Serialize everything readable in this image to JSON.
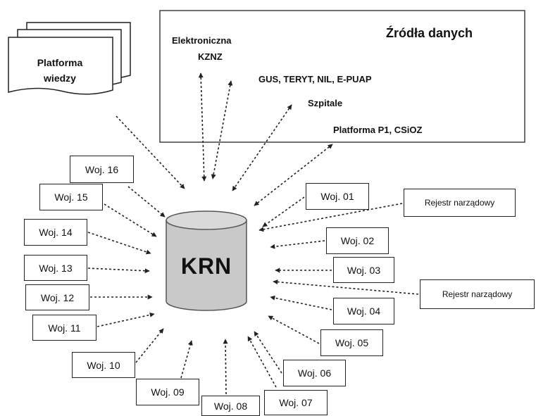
{
  "knowledge_platform": {
    "label_line1": "Platforma",
    "label_line2": "wiedzy"
  },
  "data_sources": {
    "title": "Źródła danych",
    "items": [
      {
        "id": "kznz_1",
        "label": "Elektroniczna"
      },
      {
        "id": "kznz_2",
        "label": "KZNZ"
      },
      {
        "id": "gus",
        "label": "GUS, TERYT, NIL, E-PUAP"
      },
      {
        "id": "szpitale",
        "label": "Szpitale"
      },
      {
        "id": "p1",
        "label": "Platforma P1, CSiOZ"
      }
    ]
  },
  "center": {
    "label": "KRN"
  },
  "registries": [
    {
      "id": "reg_top",
      "label": "Rejestr narządowy"
    },
    {
      "id": "reg_right",
      "label": "Rejestr narządowy"
    }
  ],
  "voivodeships": [
    {
      "id": "woj-01",
      "label": "Woj. 01"
    },
    {
      "id": "woj-02",
      "label": "Woj. 02"
    },
    {
      "id": "woj-03",
      "label": "Woj. 03"
    },
    {
      "id": "woj-04",
      "label": "Woj. 04"
    },
    {
      "id": "woj-05",
      "label": "Woj. 05"
    },
    {
      "id": "woj-06",
      "label": "Woj. 06"
    },
    {
      "id": "woj-07",
      "label": "Woj. 07"
    },
    {
      "id": "woj-08",
      "label": "Woj. 08"
    },
    {
      "id": "woj-09",
      "label": "Woj. 09"
    },
    {
      "id": "woj-10",
      "label": "Woj. 10"
    },
    {
      "id": "woj-11",
      "label": "Woj. 11"
    },
    {
      "id": "woj-12",
      "label": "Woj. 12"
    },
    {
      "id": "woj-13",
      "label": "Woj. 13"
    },
    {
      "id": "woj-14",
      "label": "Woj. 14"
    },
    {
      "id": "woj-15",
      "label": "Woj. 15"
    },
    {
      "id": "woj-16",
      "label": "Woj. 16"
    }
  ]
}
